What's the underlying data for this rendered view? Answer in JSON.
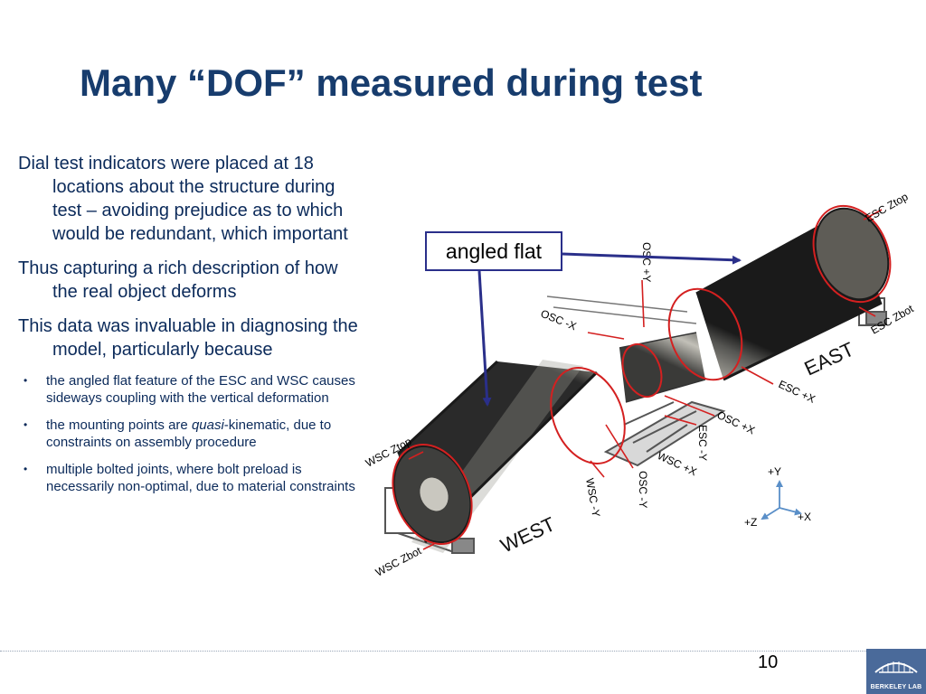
{
  "slide": {
    "title": "Many “DOF” measured during test",
    "page_number": "10"
  },
  "body": {
    "paragraphs": [
      "Dial test indicators were placed at 18 locations about the structure during test – avoiding prejudice as to which would be redundant, which important",
      "Thus capturing a rich description of how the real object deforms",
      "This data was invaluable in diagnosing the model, particularly because"
    ],
    "bullets": {
      "b1": "the angled flat feature of the ESC and WSC causes sideways coupling with the vertical deformation",
      "b2_pre": "the mounting points are ",
      "b2_em": "quasi",
      "b2_post": "-kinematic, due to constraints on assembly procedure",
      "b3": "multiple bolted joints, where bolt preload is necessarily non-optimal, due to material constraints"
    }
  },
  "figure": {
    "callout": "angled flat",
    "labels": {
      "esc_ztop": "ESC Ztop",
      "esc_zbot": "ESC Zbot",
      "osc_py": "OSC +Y",
      "osc_mx": "OSC -X",
      "osc_px": "OSC +X",
      "osc_my": "OSC -Y",
      "esc_px": "ESC +X",
      "esc_my": "ESC -Y",
      "wsc_px": "WSC +X",
      "wsc_my": "WSC -Y",
      "wsc_ztop": "WSC Ztop",
      "wsc_zbot": "WSC Zbot",
      "east": "EAST",
      "west": "WEST"
    },
    "axes": {
      "y": "+Y",
      "z": "+Z",
      "x": "+X"
    }
  },
  "logo": {
    "text": "BERKELEY LAB"
  },
  "colors": {
    "title": "#173c6d",
    "body_text": "#0b2a5a",
    "annotation": "#d42020",
    "callout_arrow": "#2a2f8a",
    "axis": "#5a8fc8"
  }
}
